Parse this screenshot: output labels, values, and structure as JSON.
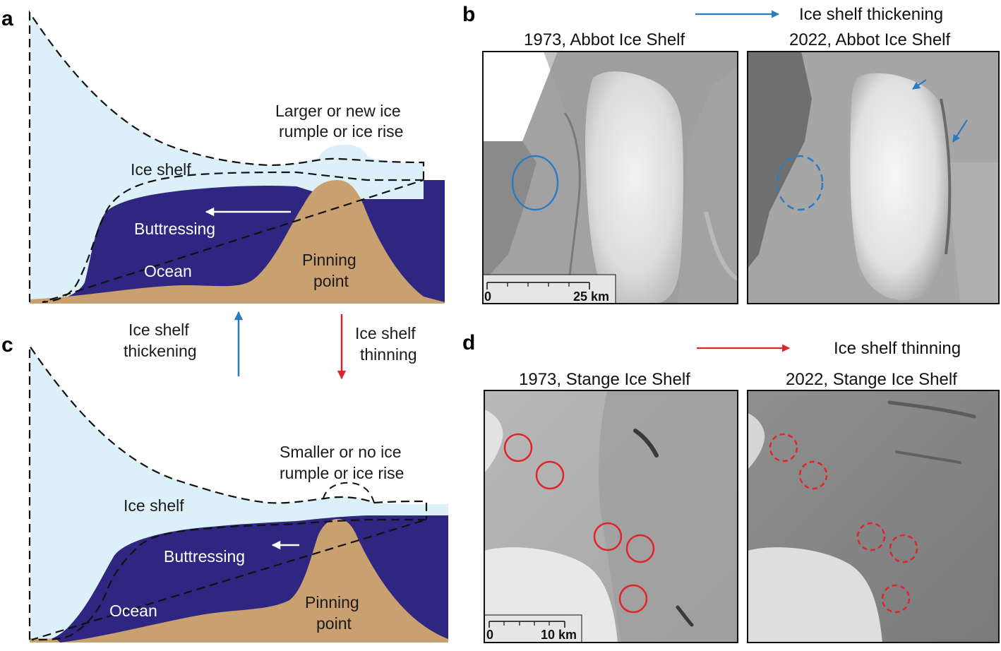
{
  "panels": {
    "a": {
      "letter": "a",
      "ice_shelf": "Ice shelf",
      "buttressing": "Buttressing",
      "ocean": "Ocean",
      "pinning_line1": "Pinning",
      "pinning_line2": "point",
      "rumple_line1": "Larger or new ice",
      "rumple_line2": "rumple or ice rise"
    },
    "c": {
      "letter": "c",
      "ice_shelf": "Ice shelf",
      "buttressing": "Buttressing",
      "ocean": "Ocean",
      "pinning_line1": "Pinning",
      "pinning_line2": "point",
      "rumple_line1": "Smaller or no ice",
      "rumple_line2": "rumple or ice rise"
    },
    "b": {
      "letter": "b",
      "legend": "Ice shelf thickening",
      "left_title": "1973, Abbot Ice Shelf",
      "right_title": "2022, Abbot Ice Shelf",
      "scale_start": "0",
      "scale_end": "25 km"
    },
    "d": {
      "letter": "d",
      "legend": "Ice shelf thinning",
      "left_title": "1973, Stange Ice Shelf",
      "right_title": "2022, Stange Ice Shelf",
      "scale_start": "0",
      "scale_end": "10 km"
    }
  },
  "middle": {
    "thickening_line1": "Ice shelf",
    "thickening_line2": "thickening",
    "thinning_line1": "Ice shelf",
    "thinning_line2": "thinning"
  },
  "colors": {
    "ice": "#dcf0fa",
    "ocean": "#2e2680",
    "rock": "#c9a070",
    "thickening": "#2a7cc2",
    "thinning": "#e0242a"
  }
}
